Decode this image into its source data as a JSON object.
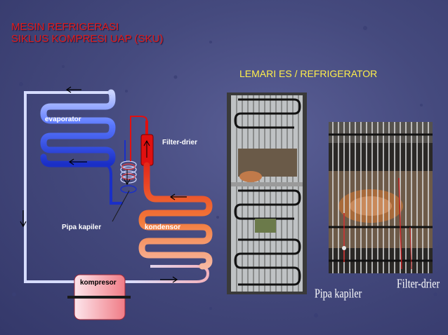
{
  "slide": {
    "title_line1": "MESIN REFRIGERASI",
    "title_line2": "SIKLUS KOMPRESI UAP (SKU)",
    "subtitle": "LEMARI  ES / REFRIGERATOR"
  },
  "diagram": {
    "labels": {
      "evaporator": "evaporator",
      "filter_drier": "Filter-drier",
      "pipa_kapiler": "Pipa kapiler",
      "kondensor": "kondensor",
      "kompresor": "kompresor"
    },
    "colors": {
      "evaporator": "#1e3fd9",
      "condenser": "#f06a2a",
      "filter_drier": "#e01010",
      "compressor": "#f3a0a8",
      "suction_line": "#c9d3ff"
    }
  },
  "photos": {
    "right_photo_labels": {
      "pipa_kapiler": "Pipa kapiler",
      "filter_drier": "Filter-drier"
    }
  }
}
